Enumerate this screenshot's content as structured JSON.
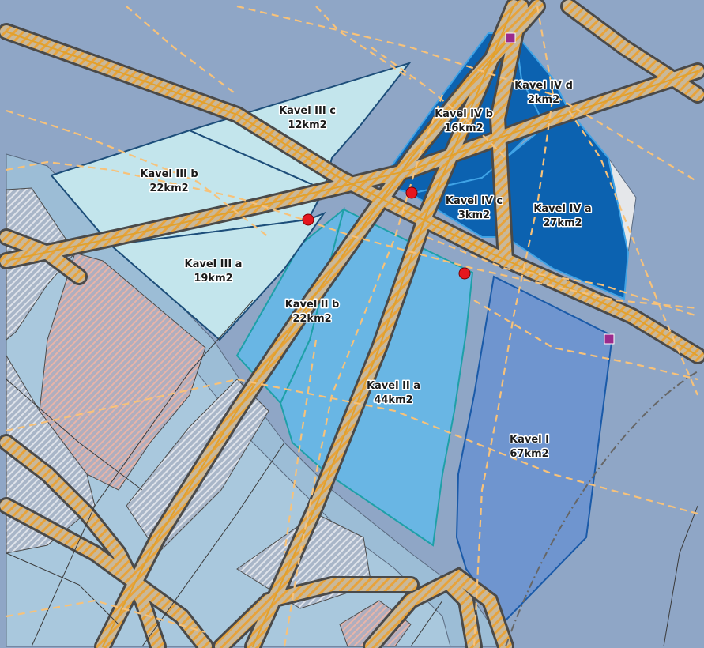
{
  "map": {
    "colors": {
      "sea": "#8aa3c4",
      "land_light": "#9bbbd4",
      "road_fill": "#e8a33a",
      "road_edge": "#4a4a4a",
      "cable": "#f7c27a",
      "kavel_I": "#6f95cf",
      "kavel_IIa": "#69b6e4",
      "kavel_IIb": "#69b6e4",
      "kavel_IIIa": "#c3e5ec",
      "kavel_IIIb": "#c3e5ec",
      "kavel_IIIc": "#c3e5ec",
      "kavel_IV": "#0c62b0",
      "platform_marker": "#9b2a8c",
      "substation_marker": "#e5161e"
    },
    "kavels": {
      "I": {
        "name": "Kavel  I",
        "area": "67km2"
      },
      "IIa": {
        "name": "Kavel  II a",
        "area": "44km2"
      },
      "IIb": {
        "name": "Kavel  II b",
        "area": "22km2"
      },
      "IIIa": {
        "name": "Kavel  III a",
        "area": "19km2"
      },
      "IIIb": {
        "name": "Kavel  III b",
        "area": "22km2"
      },
      "IIIc": {
        "name": "Kavel  III c",
        "area": "12km2"
      },
      "IVa": {
        "name": "Kavel  IV a",
        "area": "27km2"
      },
      "IVb": {
        "name": "Kavel  IV b",
        "area": "16km2"
      },
      "IVc": {
        "name": "Kavel  IV c",
        "area": "3km2"
      },
      "IVd": {
        "name": "Kavel  IV d",
        "area": "2km2"
      }
    }
  }
}
